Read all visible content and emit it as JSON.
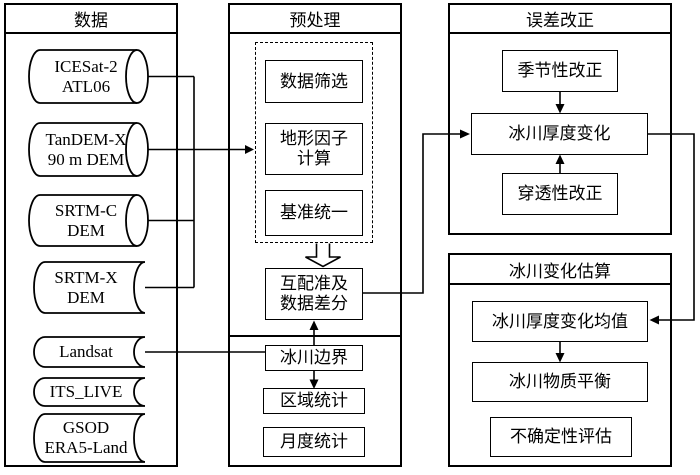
{
  "groups": {
    "data": "数据",
    "preprocessing": "预处理",
    "error_correction": "误差改正",
    "glacier_change_estimation": "冰川变化估算"
  },
  "nodes": {
    "icesat2": "ICESat-2\nATL06",
    "tandem_x": "TanDEM-X\n90 m DEM",
    "srtm_c": "SRTM-C\nDEM",
    "srtm_x": "SRTM-X\nDEM",
    "landsat": "Landsat",
    "its_live": "ITS_LIVE",
    "gsod_era5": "GSOD\nERA5-Land",
    "data_filtering": "数据筛选",
    "terrain_factor_calc": "地形因子\n计算",
    "datum_unification": "基准统一",
    "coregistration_differencing": "互配准及\n数据差分",
    "glacier_boundary": "冰川边界",
    "regional_statistics": "区域统计",
    "monthly_statistics": "月度统计",
    "seasonal_correction": "季节性改正",
    "glacier_thickness_change": "冰川厚度变化",
    "penetration_correction": "穿透性改正",
    "mean_glacier_thickness_change": "冰川厚度变化均值",
    "glacier_mass_balance": "冰川物质平衡",
    "uncertainty_assessment": "不确定性评估"
  },
  "colors": {
    "line": "#000000",
    "background": "#ffffff",
    "node_fill": "#ffffff"
  }
}
